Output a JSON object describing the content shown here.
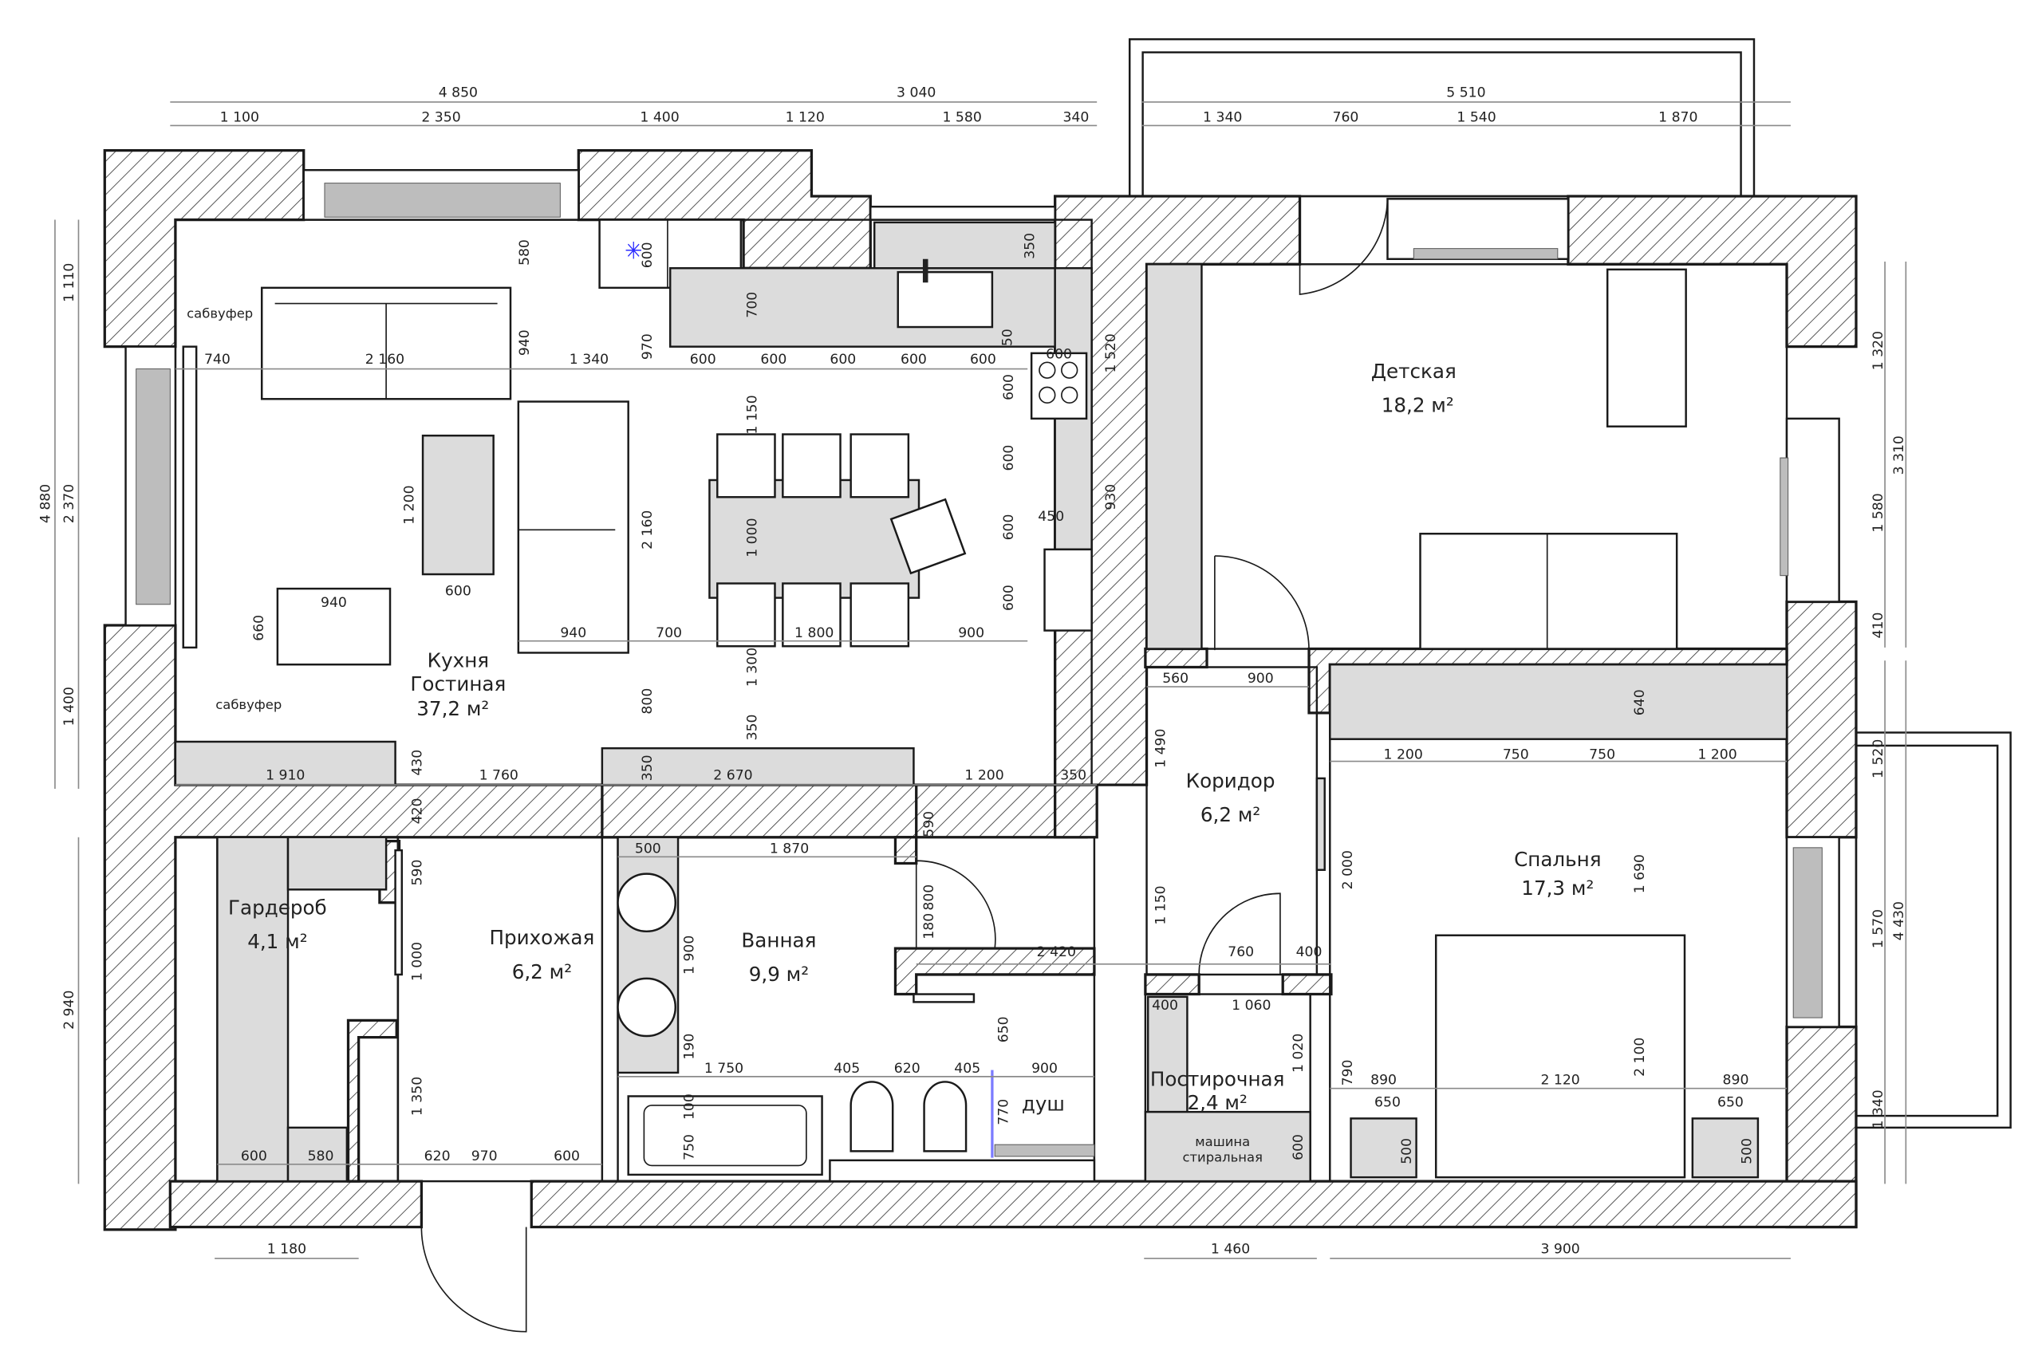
{
  "plan": {
    "title": "Floor plan",
    "units": "mm",
    "area_unit": "м²",
    "colors": {
      "wall_hatch": "#1a1a1a",
      "furniture_fill": "#dcdcdc",
      "dimension_line": "#8a8a8a",
      "shower_glass": "#7b7bff",
      "ac_marker": "#2b2bff"
    }
  },
  "rooms": [
    {
      "id": "kitchen",
      "name_line1": "Кухня",
      "name_line2": "Гостиная",
      "area": "37,2 м²"
    },
    {
      "id": "kids",
      "name_line1": "Детская",
      "area": "18,2 м²"
    },
    {
      "id": "corridor",
      "name_line1": "Коридор",
      "area": "6,2 м²"
    },
    {
      "id": "bedroom",
      "name_line1": "Спальня",
      "area": "17,3 м²"
    },
    {
      "id": "wardrobe",
      "name_line1": "Гардероб",
      "area": "4,1 м²"
    },
    {
      "id": "hall",
      "name_line1": "Прихожая",
      "area": "6,2 м²"
    },
    {
      "id": "bathroom",
      "name_line1": "Ванная",
      "area": "9,9 м²"
    },
    {
      "id": "laundry",
      "name_line1": "Постирочная",
      "area": "2,4 м²"
    }
  ],
  "labels": {
    "subwoofer_top": "сабвуфер",
    "subwoofer_bottom": "сабвуфер",
    "shower": "душ",
    "washer_line1": "машина",
    "washer_line2": "стиральная"
  },
  "dimensions": {
    "top_total_left": "4 850",
    "top_total_mid": "3 040",
    "top_total_right": "5 510",
    "top_segments_left": [
      "1 100",
      "2 350",
      "1 400"
    ],
    "top_segments_mid": [
      "1 120",
      "1 580",
      "340"
    ],
    "top_segments_right": [
      "1 340",
      "760",
      "1 540",
      "1 870"
    ],
    "left_total": "4 880",
    "left_segments": [
      "1 110",
      "2 370",
      "1 400"
    ],
    "left_bottom": "2 940",
    "right_total_top": "3 310",
    "right_segments_top": [
      "1 320",
      "1 580",
      "410"
    ],
    "right_total_bottom": "4 430",
    "right_segments_bottom": [
      "1 520",
      "1 570",
      "1 340"
    ],
    "bottom_left": "1 180",
    "bottom_mid": "1 460",
    "bottom_right": "3 900",
    "kitchen_row": [
      "740",
      "2 160",
      "1 340",
      "600",
      "600",
      "600",
      "600",
      "600"
    ],
    "kitchen_vertical": [
      "580",
      "940",
      "970",
      "700",
      "350",
      "50",
      "600",
      "1 520",
      "930",
      "600",
      "600",
      "600",
      "600",
      "450"
    ],
    "living": [
      "1 200",
      "600",
      "940",
      "660",
      "940",
      "2 160",
      "700",
      "1 800",
      "900",
      "1 150",
      "1 000",
      "1 300",
      "800",
      "350"
    ],
    "kitchen_bottom_row": [
      "1 910",
      "430",
      "1 760",
      "350",
      "2 670",
      "1 200",
      "350"
    ],
    "hall": [
      "420",
      "590",
      "1 000",
      "1 350",
      "600",
      "580",
      "620",
      "970",
      "600"
    ],
    "bathroom": [
      "500",
      "1 870",
      "590",
      "180",
      "800",
      "1 900",
      "190",
      "1 750",
      "405",
      "620",
      "405",
      "900",
      "650",
      "770",
      "100",
      "750",
      "2 420"
    ],
    "corridor": [
      "560",
      "900",
      "1 490",
      "1 150",
      "760",
      "400",
      "2 000"
    ],
    "laundry": [
      "400",
      "1 060",
      "1 020",
      "600"
    ],
    "bedroom": [
      "1 200",
      "750",
      "750",
      "1 200",
      "640",
      "1 690",
      "790",
      "890",
      "2 120",
      "890",
      "650",
      "650",
      "2 100",
      "500",
      "500"
    ],
    "kids": [
      "600"
    ]
  }
}
